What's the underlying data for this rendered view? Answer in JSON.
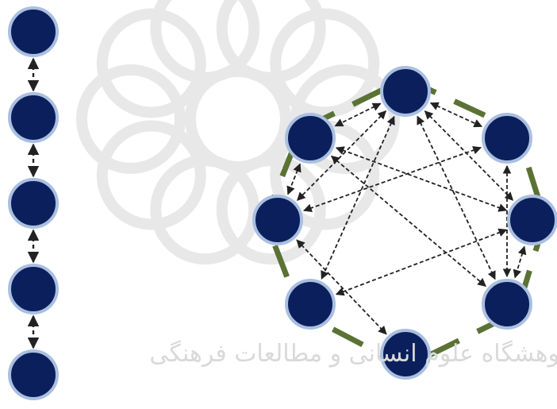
{
  "colors": {
    "node_fill": "#0b1f5c",
    "node_stroke": "#aabfe0",
    "ring_dash": "#5a7234",
    "arrow": "#222222",
    "watermark": "#dcdcdc"
  },
  "watermark": {
    "text": "پژوهشگاه علوم انسانی و مطالعات فرهنگی",
    "emblem_icon": "rosette-icon"
  },
  "chain": {
    "node_count": 5,
    "link_style": "dashed-bidirectional"
  },
  "ring": {
    "node_count": 8,
    "perimeter": "dashed-octagon",
    "connections": [
      [
        0,
        1
      ],
      [
        0,
        2
      ],
      [
        0,
        3
      ],
      [
        0,
        4
      ],
      [
        0,
        5
      ],
      [
        0,
        6
      ],
      [
        1,
        3
      ],
      [
        1,
        4
      ],
      [
        1,
        6
      ],
      [
        2,
        3
      ],
      [
        2,
        6
      ],
      [
        3,
        7
      ],
      [
        4,
        5
      ],
      [
        4,
        6
      ]
    ]
  }
}
